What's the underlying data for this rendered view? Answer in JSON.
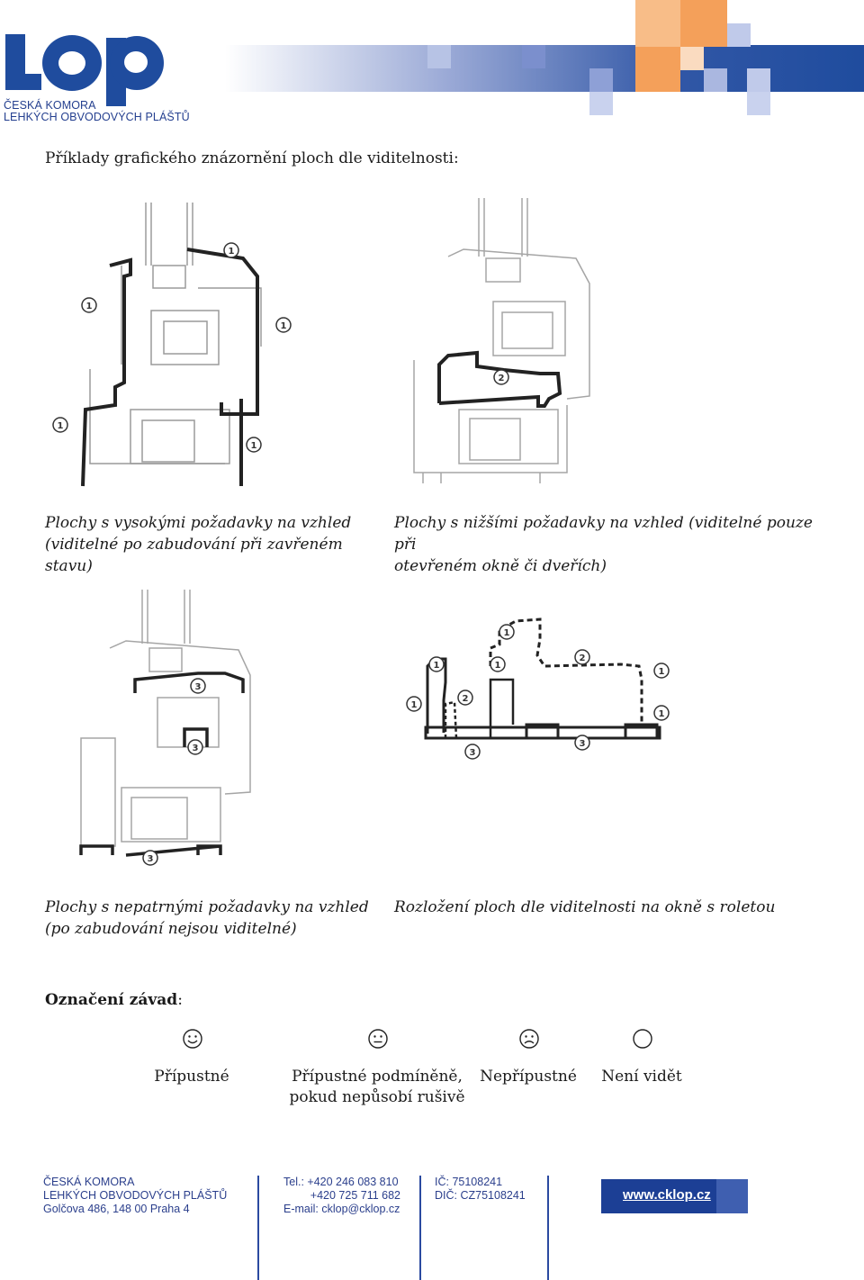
{
  "header": {
    "logo_text": "lop",
    "logo_subtitle_line1": "ČESKÁ KOMORA",
    "logo_subtitle_line2": "LEHKÝCH OBVODOVÝCH PLÁŠTŮ",
    "colors": {
      "brand_blue": "#1f4c9e",
      "accent_orange": "#f4a05a"
    }
  },
  "page_heading": "Příklady grafického znázornění ploch dle viditelnosti:",
  "figures": [
    {
      "caption_line1": "Plochy s vysokými požadavky na vzhled",
      "caption_line2": "(viditelné po zabudování při zavřeném stavu)",
      "markers": [
        "1",
        "1",
        "1",
        "1",
        "1"
      ]
    },
    {
      "caption_line1": "Plochy s nižšími požadavky na vzhled (viditelné pouze při",
      "caption_line2": "otevřeném okně či dveřích)",
      "markers": [
        "2"
      ]
    },
    {
      "caption_line1": "Plochy s nepatrnými požadavky na vzhled",
      "caption_line2": "(po zabudování nejsou viditelné)",
      "markers": [
        "3",
        "3",
        "3"
      ]
    },
    {
      "caption_line1": "Rozložení ploch dle viditelnosti na okně s roletou",
      "caption_line2": "",
      "markers": [
        "1",
        "1",
        "1",
        "1",
        "1",
        "1",
        "2",
        "2",
        "3",
        "3"
      ]
    }
  ],
  "defects": {
    "title": "Označení závad",
    "title_suffix": ":",
    "items": [
      {
        "icon": "smiley-happy-icon",
        "label_line1": "Přípustné",
        "label_line2": ""
      },
      {
        "icon": "smiley-neutral-icon",
        "label_line1": "Přípustné podmíněně,",
        "label_line2": "pokud nepůsobí rušivě"
      },
      {
        "icon": "smiley-sad-icon",
        "label_line1": "Nepřípustné",
        "label_line2": ""
      },
      {
        "icon": "circle-empty-icon",
        "label_line1": "Není vidět",
        "label_line2": ""
      }
    ]
  },
  "footer": {
    "org_line1": "ČESKÁ KOMORA",
    "org_line2": "LEHKÝCH OBVODOVÝCH PLÁŠTŮ",
    "org_line3": "Golčova 486, 148 00 Praha 4",
    "tel_line1": "Tel.: +420  246 083 810",
    "tel_line2": "+420  725 711 682",
    "email_line": "E-mail: cklop@cklop.cz",
    "ic_line": "IČ: 75108241",
    "dic_line": "DIČ: CZ75108241",
    "website": "www.cklop.cz"
  }
}
